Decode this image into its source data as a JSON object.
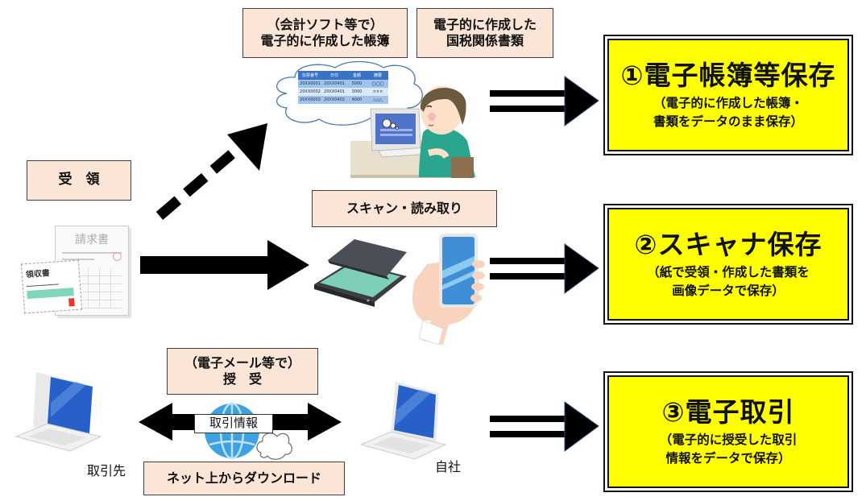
{
  "top_labels": {
    "ledger": [
      "（会計ソフト等で）",
      "電子的に作成した帳簿"
    ],
    "tax_docs": [
      "電子的に作成した",
      "国税関係書類"
    ]
  },
  "receive_label": "受　領",
  "scan_label": "スキャン・読み取り",
  "email_label": [
    "（電子メール等で）",
    "授　受"
  ],
  "download_label": "ネット上からダウンロード",
  "transaction_info_label": "取引情報",
  "partner_label": "取引先",
  "self_label": "自社",
  "invoice_title": "請求書",
  "receipt_title": "領収書",
  "ledger_table": {
    "headers": [
      "伝票番号",
      "日付",
      "金額",
      "摘要"
    ],
    "rows": [
      [
        "20XX0001",
        "20XX0401",
        "5000",
        "〇〇〇"
      ],
      [
        "20XX0002",
        "20XX0401",
        "3000",
        "×××"
      ],
      [
        "20XX0003",
        "20XX0402",
        "4000",
        "△△△"
      ]
    ]
  },
  "categories": [
    {
      "title": "①電子帳簿等保存",
      "sub": [
        "（電子的に作成した帳簿・",
        "書類をデータのまま保存）"
      ]
    },
    {
      "title": "②スキャナ保存",
      "sub": [
        "（紙で受領・作成した書類を",
        "画像データで保存）"
      ]
    },
    {
      "title": "③電子取引",
      "sub": [
        "（電子的に授受した取引",
        "情報をデータで保存）"
      ]
    }
  ],
  "colors": {
    "label_bg": "#fbe5d6",
    "category_bg": "#ffff00",
    "arrow": "#000000",
    "screen_blue": "#2f6fd0"
  }
}
